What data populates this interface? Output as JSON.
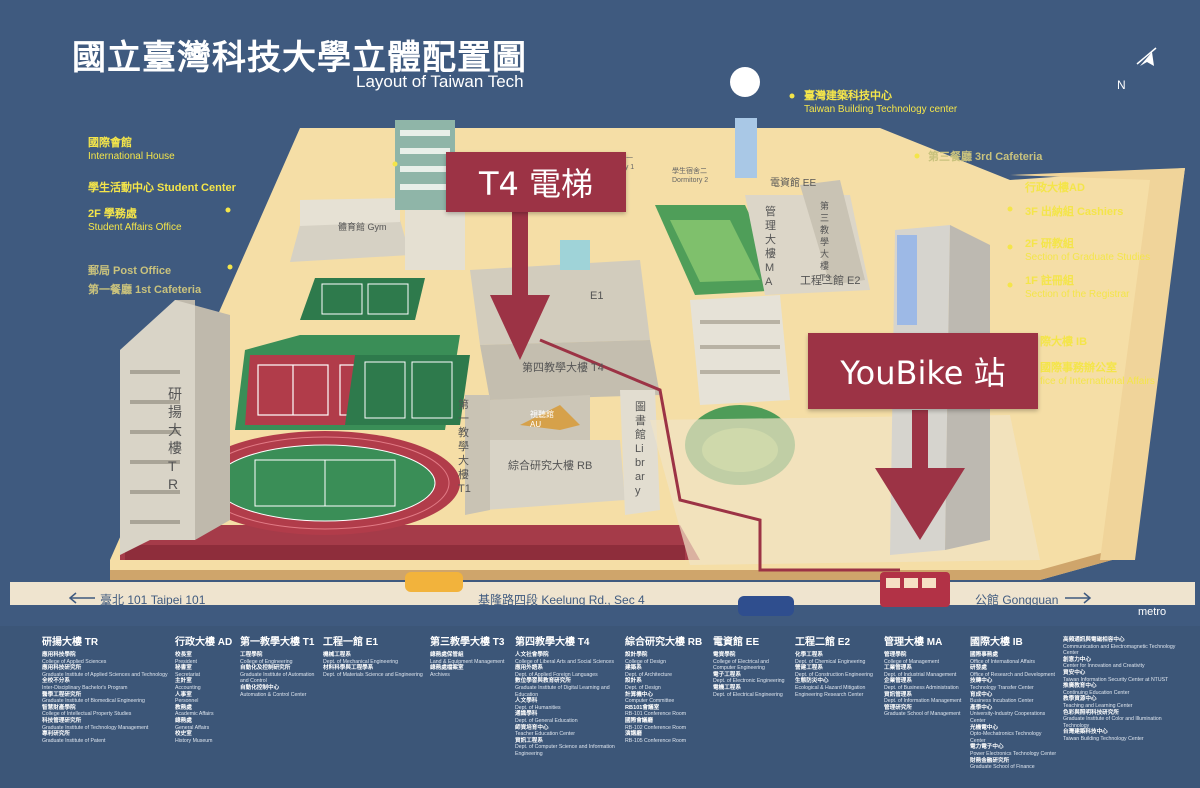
{
  "title": {
    "zh": "國立臺灣科技大學立體配置圖",
    "en": "Layout of Taiwan Tech"
  },
  "compass": {
    "label": "N"
  },
  "banners": {
    "t4": "T4 電梯",
    "youbike": "YouBike 站"
  },
  "labels": {
    "ih_zh": "國際會館",
    "ih_en": "International House",
    "sc_zh": "學生活動中心 Student Center",
    "sao_zh": "2F 學務處",
    "sao_en": "Student Affairs Office",
    "po_zh": "郵局 Post Office",
    "caf1_zh": "第一餐廳 1st Cafeteria",
    "tbtc_zh": "臺灣建築科技中心",
    "tbtc_en": "Taiwan Building Technology center",
    "caf3_zh": "第三餐廳 3rd Cafeteria",
    "ad_zh": "行政大樓AD",
    "cash_zh": "3F 出納組 Cashiers",
    "grad_zh": "2F 研教組",
    "grad_en": "Section of Graduate Studies",
    "reg_zh": "1F 註冊組",
    "reg_en": "Section of the Registrar",
    "ib_zh": "際大樓 IB",
    "ioa_zh": "國際事務辦公室",
    "ioa_en": "fice of International Affairs"
  },
  "map_labels": {
    "gym": "體育館 Gym",
    "tr": "研揚大樓 TR",
    "t1": "第一教學大樓 T1",
    "t4": "第四教學大樓 T4",
    "au": "視聽館 AU",
    "rb": "綜合研究大樓 RB",
    "lib": "圖書館 Library",
    "e1": "E1",
    "ma": "管理大樓 MA",
    "e2": "工程二館 E2",
    "ee": "電資館 EE",
    "t3": "第三教學大樓 T3",
    "d1": "學生宿舍一 Dormitory 1",
    "d2": "學生宿舍二 Dormitory 2",
    "road": "基隆路四段 Keelung Rd., Sec 4",
    "taipei101": "臺北 101  Taipei 101",
    "gongguan": "公館 Gongguan",
    "metro": "metro"
  },
  "legend": [
    {
      "h": "研揚大樓 TR",
      "items": [
        "應用科技學院",
        "College of Applied Sciences",
        "應用科技研究所",
        "Graduate Institute of Applied Sciences and Technology",
        "全校不分系",
        "Inter-Disciplinary Bachelor's Program",
        "醫學工程研究所",
        "Graduate Institute of Biomedical Engineering",
        "智慧財產學院",
        "College of Intellectual Property Studies",
        "科技管理研究所",
        "Graduate Institute of Technology Management",
        "專利研究所",
        "Graduate Institute of Patent"
      ]
    },
    {
      "h": "行政大樓 AD",
      "items": [
        "校長室",
        "President",
        "秘書室",
        "Secretariat",
        "主計室",
        "Accounting",
        "人事室",
        "Personnel",
        "教務處",
        "Academic Affairs",
        "總務處",
        "General Affairs",
        "校史室",
        "History Museum"
      ]
    },
    {
      "h": "第一教學大樓 T1",
      "items": [
        "工程學院",
        "College of Engineering",
        "自動化及控制研究所",
        "Graduate Institute of Automation and Control",
        "自動化控制中心",
        "Automation & Control Center"
      ]
    },
    {
      "h": "工程一館 E1",
      "items": [
        "機械工程系",
        "Dept. of Mechanical Engineering",
        "材料科學與工程學系",
        "Dept. of Materials Science and Engineering"
      ]
    },
    {
      "h": "第三教學大樓 T3",
      "items": [
        "總務處保管組",
        "Land & Equipment Management",
        "總務處檔案室",
        "Archives"
      ]
    },
    {
      "h": "第四教學大樓 T4",
      "items": [
        "人文社會學院",
        "College of Liberal Arts and Social Sciences",
        "應用外語系",
        "Dept. of Applied Foreign Languages",
        "數位學習與教育研究所",
        "Graduate Institute of Digital Learning and Education",
        "人文學科",
        "Dept. of Humanities",
        "通識學科",
        "Dept. of General Education",
        "師資培育中心",
        "Teacher Education Center",
        "資訊工程系",
        "Dept. of Computer Science and Information Engineering"
      ]
    },
    {
      "h": "綜合研究大樓 RB",
      "items": [
        "設計學院",
        "College of Design",
        "建築系",
        "Dept. of Architecture",
        "設計系",
        "Dept. of Design",
        "計算機中心",
        "Computer Committee",
        "RB101會議室",
        "RB-101 Conference Room",
        "國際會議廳",
        "RB-102 Conference Room",
        "演講廳",
        "RB-105 Conference Room"
      ]
    },
    {
      "h": "電資館 EE",
      "items": [
        "電資學院",
        "College of Electrical and Computer Engineering",
        "電子工程系",
        "Dept. of Electronic Engineering",
        "電機工程系",
        "Dept. of Electrical Engineering"
      ]
    },
    {
      "h": "工程二館 E2",
      "items": [
        "化學工程系",
        "Dept. of Chemical Engineering",
        "營建工程系",
        "Dept. of Construction Engineering",
        "生態防災中心",
        "Ecological & Hazard Mitigation Engineering Research Center"
      ]
    },
    {
      "h": "管理大樓 MA",
      "items": [
        "管理學院",
        "College of Management",
        "工業管理系",
        "Dept. of Industrial Management",
        "企業管理系",
        "Dept. of Business Administration",
        "資訊管理系",
        "Dept. of Information Management",
        "管理研究所",
        "Graduate School of Management"
      ]
    },
    {
      "h": "國際大樓 IB",
      "items": [
        "國際事務處",
        "Office of International Affairs",
        "研發處",
        "Office of Research and Development",
        "技轉中心",
        "Technology Transfer Center",
        "育成中心",
        "Business Incubation Center",
        "產學中心",
        "University-Industry Cooperations Center",
        "光機電中心",
        "Opto-Mechatronics Technology Center",
        "電力電子中心",
        "Power Electronics Technology Center",
        "財務金融研究所",
        "Graduate School of Finance"
      ]
    },
    {
      "h": "",
      "items": [
        "高頻通訊與電磁相容中心",
        "Communication and Electromagnetic Technology Center",
        "創意力中心",
        "Center for Innovation and Creativity",
        "資安中心",
        "Taiwan Information Security Center at NTUST",
        "推廣教育中心",
        "Continuing Education Center",
        "教學資源中心",
        "Teaching and Learning Center",
        "色彩與照明科技研究所",
        "Graduate Institute of Color and Illumination Technology",
        "台灣建築科技中心",
        "Taiwan Building Technology Center"
      ]
    }
  ]
}
